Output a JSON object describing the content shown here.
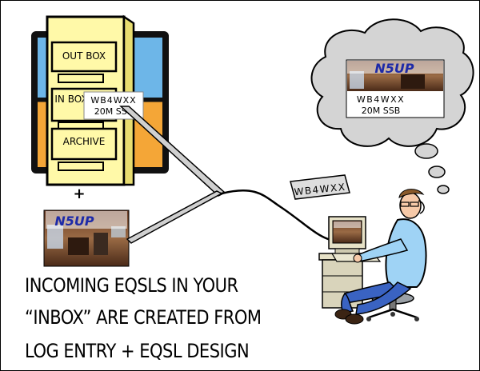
{
  "cabinet": {
    "drawers": [
      "OUT BOX",
      "IN BOX",
      "ARCHIVE"
    ]
  },
  "log_entry": {
    "callsign": "WB4WXX",
    "band_mode": "20M SSB"
  },
  "plus_sign": "+",
  "design_card": {
    "logo": "N5UP"
  },
  "sender_tag": "WB4WXX",
  "thought_card": {
    "logo": "N5UP",
    "callsign": "WB4WXX",
    "band_mode": "20M SSB"
  },
  "caption": {
    "line1": "INCOMING EQSLS IN YOUR",
    "line2": "“INBOX” ARE CREATED FROM",
    "line3": "LOG ENTRY + EQSL DESIGN"
  },
  "colors": {
    "cabinet_fill": "#fff9a8",
    "window_blue": "#6db6e8",
    "window_orange": "#f4a637",
    "logo_blue": "#1d2aa8",
    "pants_blue": "#3a63c2",
    "shirt_blue": "#9fd3f5",
    "cloud_gray": "#d4d4d4"
  }
}
